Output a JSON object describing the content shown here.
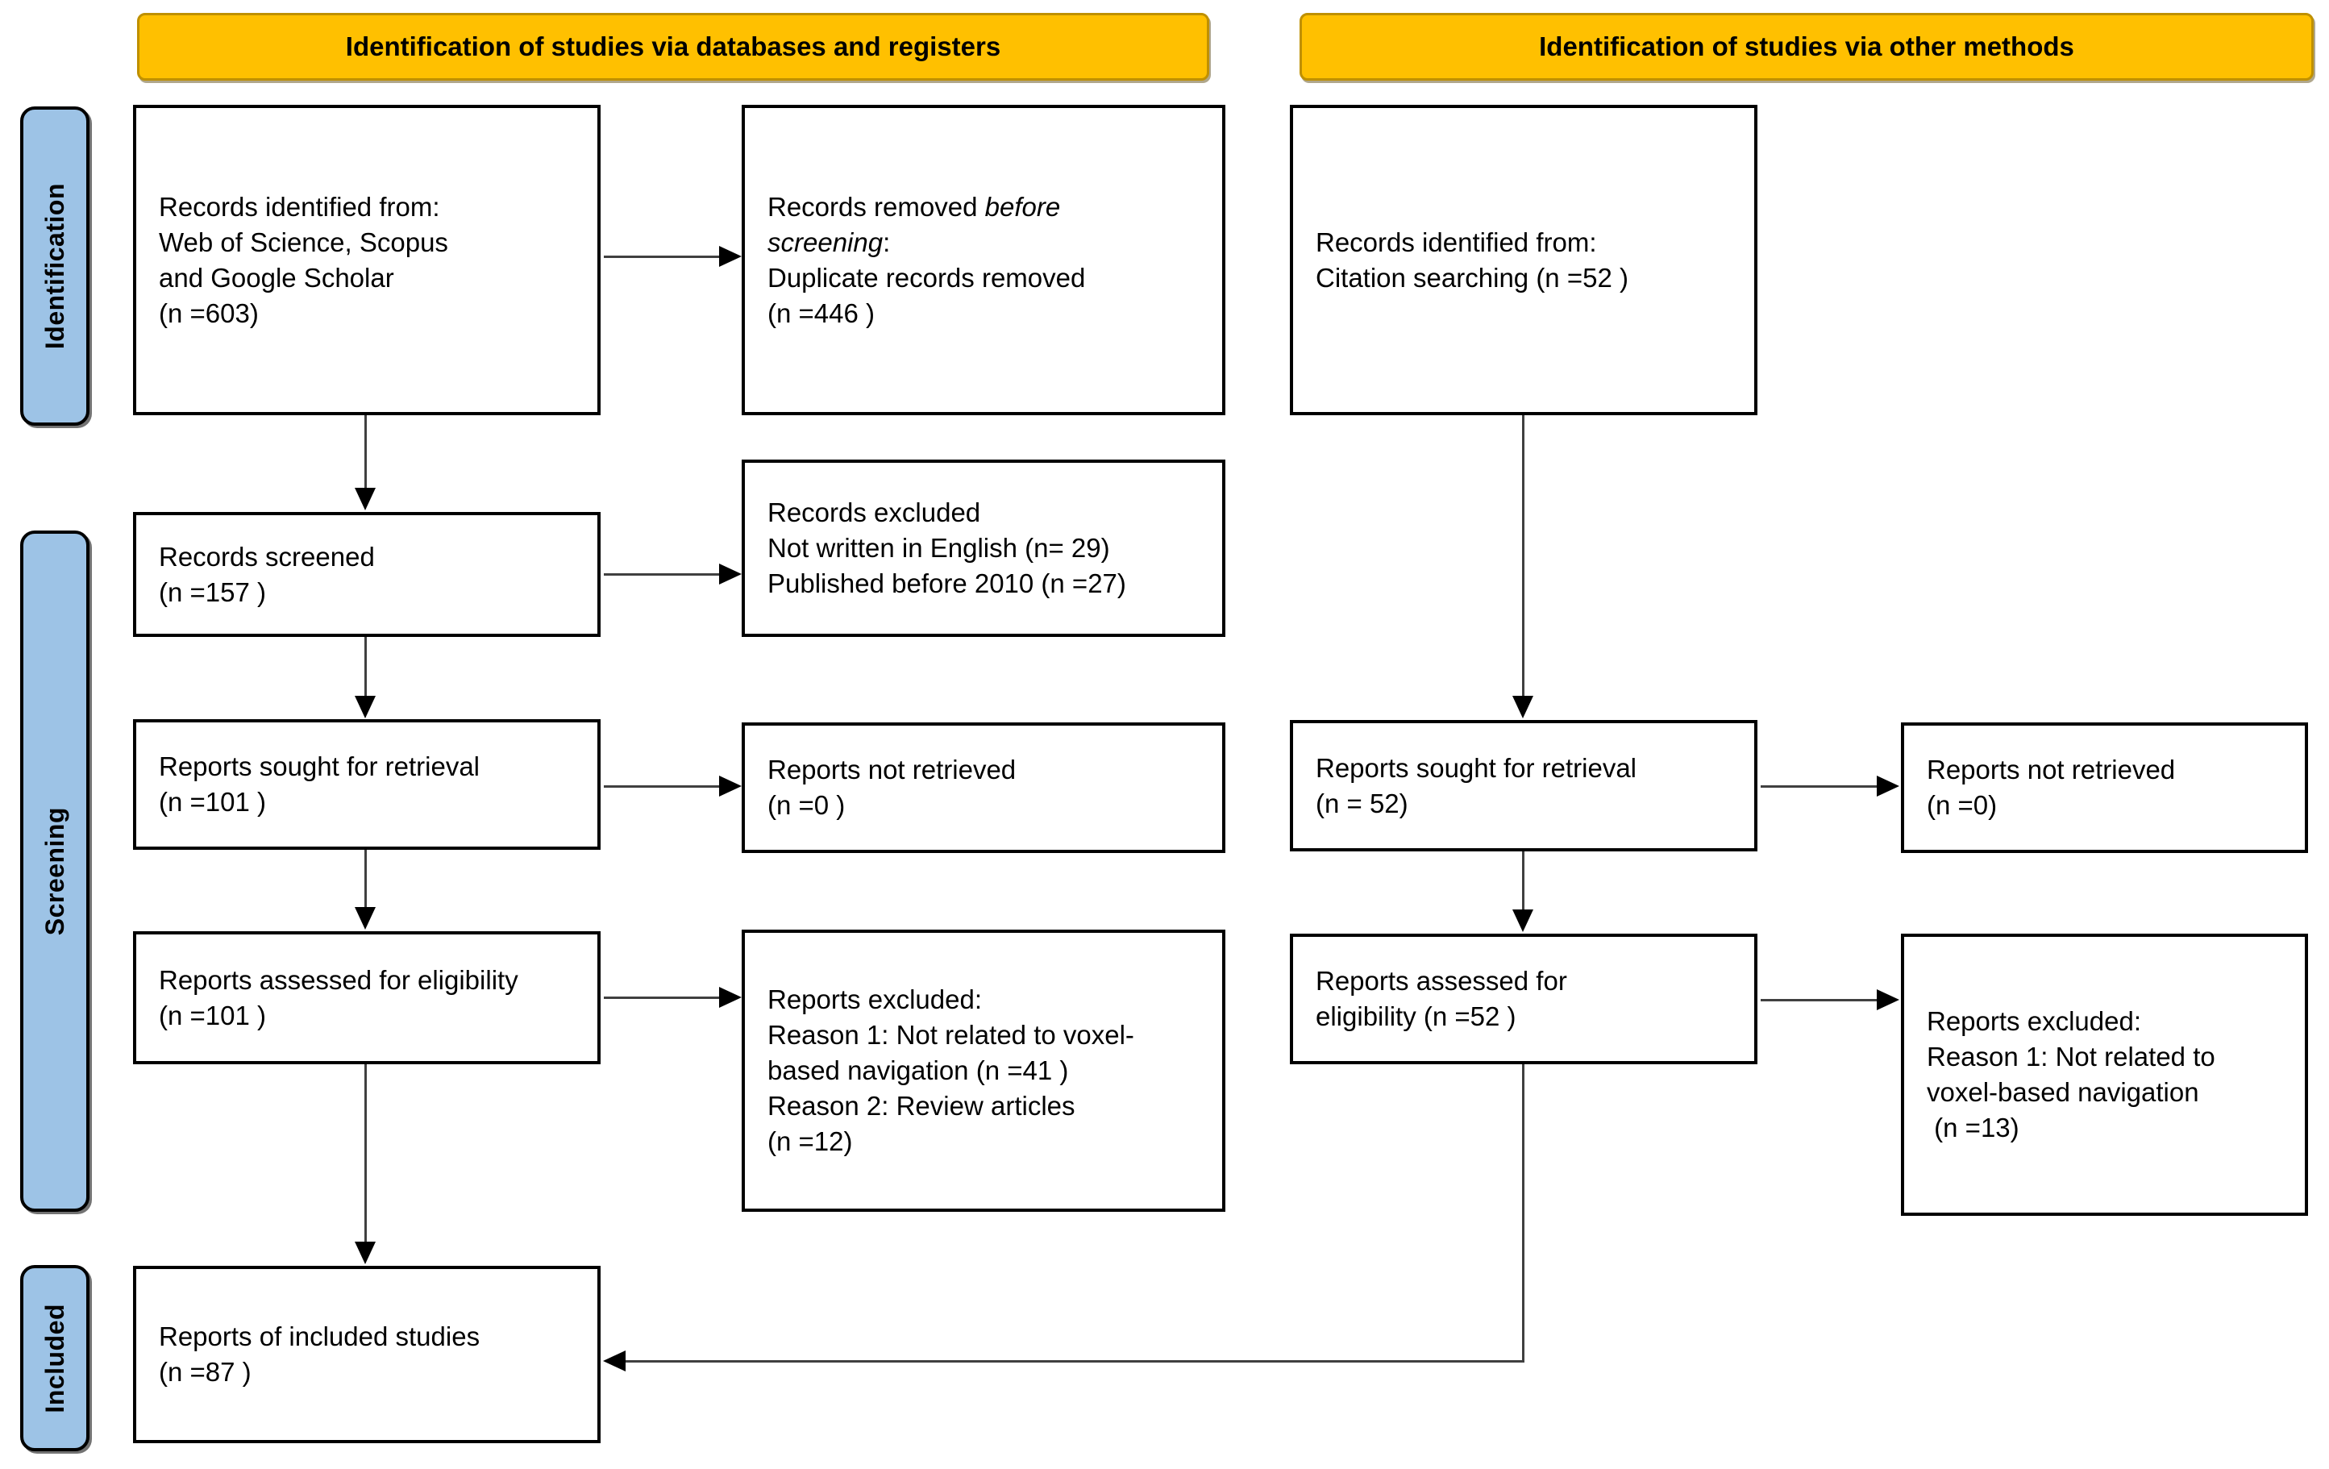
{
  "headers": {
    "databases": "Identification of studies via databases and registers",
    "other": "Identification of studies via other methods"
  },
  "stages": {
    "identification": "Identification",
    "screening": "Screening",
    "included": "Included"
  },
  "colors": {
    "header_bg": "#FFC000",
    "header_border": "#BF9000",
    "stage_bg": "#9DC3E6",
    "arrow_line": "#404040",
    "arrow_head": "#000000"
  },
  "boxes": {
    "records_identified_databases": {
      "lines": [
        "Records identified from:",
        "Web of Science, Scopus",
        "and Google Scholar",
        "(n =603)"
      ]
    },
    "records_removed_before_screening": {
      "l1a": "Records removed ",
      "l1b": "before",
      "l2a": "screening",
      "l2b": ":",
      "l3": "Duplicate records removed",
      "l4": "(n =446 )"
    },
    "records_screened": {
      "lines": [
        "Records screened",
        "(n =157 )"
      ]
    },
    "records_excluded": {
      "lines": [
        "Records excluded",
        "Not written in English (n= 29)",
        "Published before 2010 (n =27)"
      ]
    },
    "reports_sought_db": {
      "lines": [
        "Reports sought for retrieval",
        "(n =101 )"
      ]
    },
    "reports_not_retrieved_db": {
      "lines": [
        "Reports not retrieved",
        "(n =0 )"
      ]
    },
    "reports_assessed_db": {
      "lines": [
        "Reports assessed for eligibility",
        "(n =101 )"
      ]
    },
    "reports_excluded_db": {
      "lines": [
        "Reports excluded:",
        "Reason 1: Not related to voxel-",
        "based navigation (n =41 )",
        "Reason 2: Review articles",
        "(n =12)"
      ]
    },
    "records_identified_other": {
      "lines": [
        "Records identified from:",
        "Citation searching (n =52 )"
      ]
    },
    "reports_sought_other": {
      "lines": [
        "Reports sought for retrieval",
        "(n = 52)"
      ]
    },
    "reports_not_retrieved_other": {
      "lines": [
        "Reports not retrieved",
        "(n =0)"
      ]
    },
    "reports_assessed_other": {
      "lines": [
        "Reports assessed for",
        "eligibility (n =52 )"
      ]
    },
    "reports_excluded_other": {
      "lines": [
        "Reports excluded:",
        "Reason 1: Not related to",
        "voxel-based navigation",
        " (n =13)"
      ]
    },
    "reports_included": {
      "lines": [
        "Reports of included studies",
        "(n =87 )"
      ]
    }
  }
}
